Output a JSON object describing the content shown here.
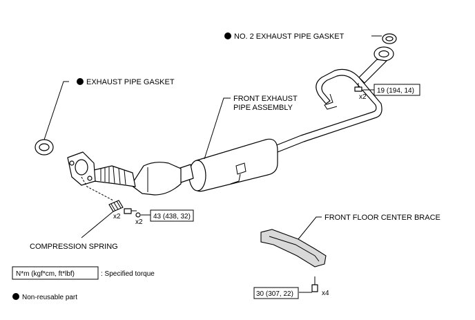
{
  "labels": {
    "no2_exhaust_pipe_gasket": "NO. 2 EXHAUST PIPE GASKET",
    "exhaust_pipe_gasket": "EXHAUST PIPE GASKET",
    "front_exhaust_pipe_line1": "FRONT EXHAUST",
    "front_exhaust_pipe_line2": "PIPE ASSEMBLY",
    "compression_spring": "COMPRESSION SPRING",
    "front_floor_center_brace": "FRONT FLOOR CENTER BRACE"
  },
  "torques": {
    "rear_bolts": "19 (194, 14)",
    "spring_bolts": "43 (438, 32)",
    "brace_bolts": "30 (307, 22)"
  },
  "quantities": {
    "rear_bolts": "x2",
    "spring": "x2",
    "spring_bolts": "x2",
    "brace_bolts": "x4"
  },
  "legend": {
    "torque_unit": "N*m (kgf*cm, ft*lbf)",
    "torque_desc": ": Specified torque",
    "nonreusable": "Non-reusable part"
  },
  "colors": {
    "line": "#000000",
    "fill": "#ffffff",
    "shade": "#d9d9d9"
  }
}
